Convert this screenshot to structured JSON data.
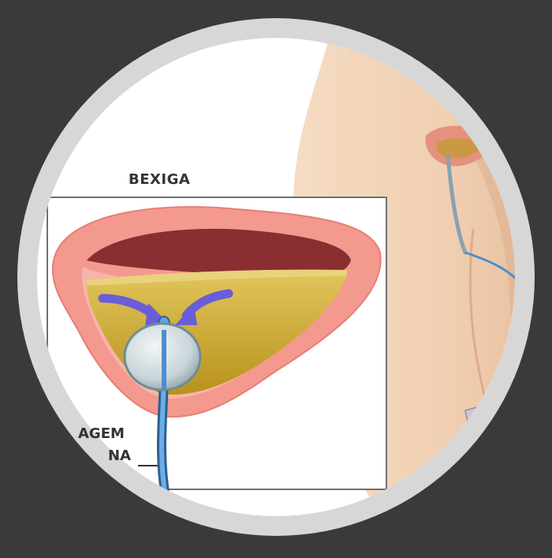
{
  "labels": {
    "bladder": "BEXIGA",
    "drainage_line1": "AGEM",
    "drainage_line2": "NA"
  },
  "colors": {
    "background": "#3a3a3a",
    "frame_ring": "#d7d7d7",
    "skin": "#f2d3b6",
    "bladder_wall": "#f4998d",
    "bladder_lining": "#8a2e32",
    "urine": "#c9a425",
    "balloon": "#c8d8dc",
    "catheter": "#4a8fd0",
    "arrows": "#6a5ed8"
  }
}
